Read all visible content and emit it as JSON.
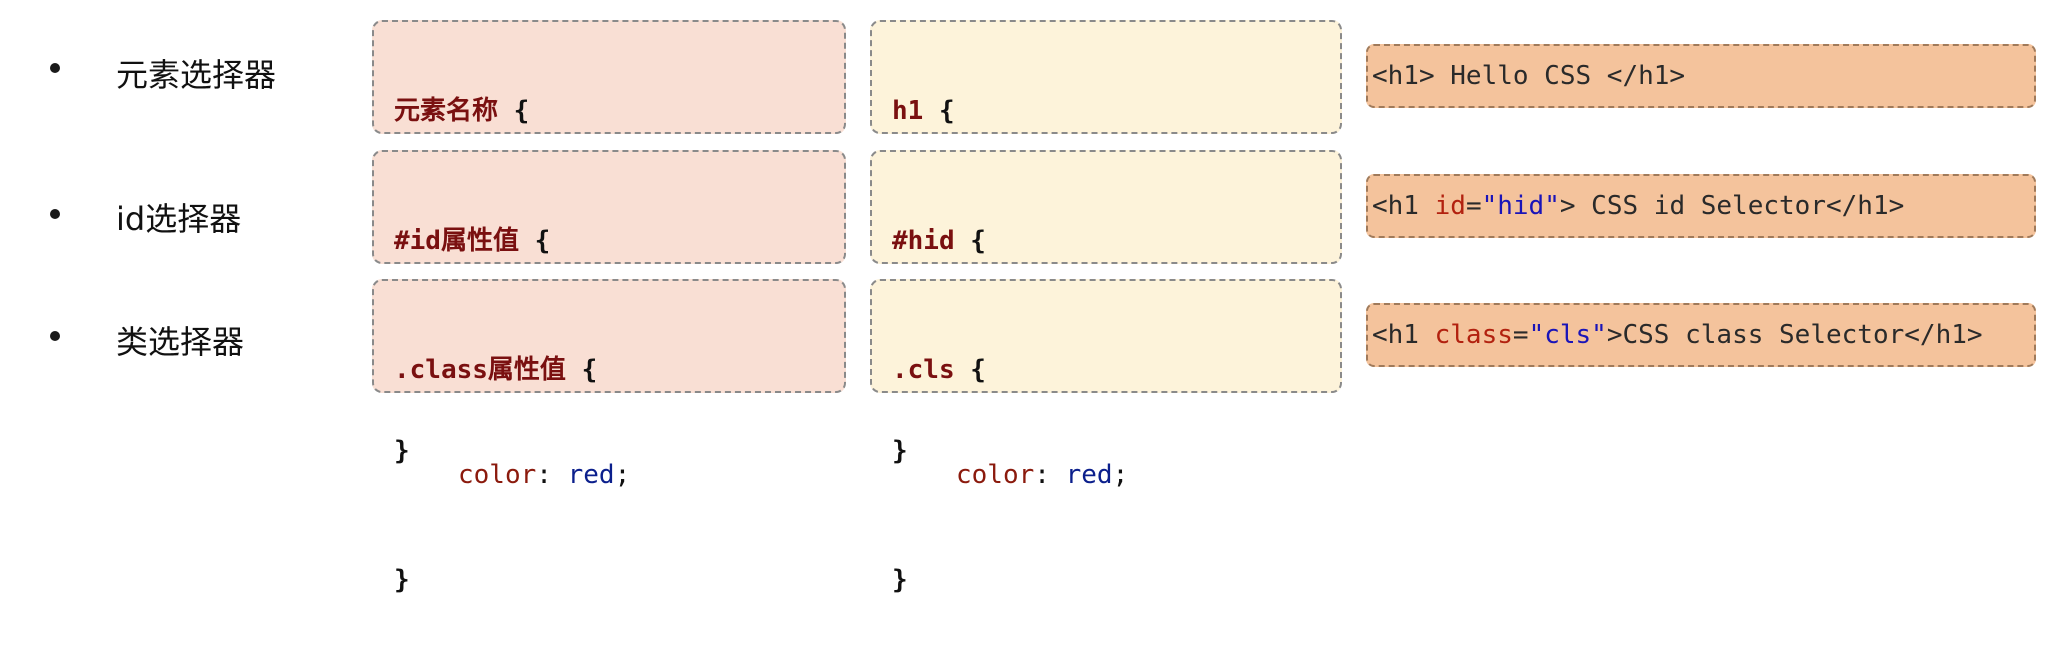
{
  "bullet_glyph": "•",
  "rows": [
    {
      "label": "元素选择器",
      "syntax_selector": "元素名称",
      "example_selector": "h1",
      "css_property": "color",
      "css_value": "red",
      "html_snippet": "<h1> Hello CSS </h1>"
    },
    {
      "label": "id选择器",
      "syntax_selector": "#id属性值",
      "example_selector": "#hid",
      "css_property": "color",
      "css_value": "red",
      "html": {
        "open": "<h1 ",
        "attr": "id",
        "eq": "=",
        "str": "\"hid\"",
        "rest": "> CSS id Selector</h1>"
      }
    },
    {
      "label": "类选择器",
      "syntax_selector": ".class属性值",
      "example_selector": ".cls",
      "css_property": "color",
      "css_value": "red",
      "html": {
        "open": "<h1 ",
        "attr": "class",
        "eq": "=",
        "str": "\"cls\"",
        "rest": ">CSS class Selector</h1>"
      }
    }
  ],
  "tokens": {
    "open_brace": "{",
    "close_brace": "}",
    "colon": ":",
    "semicolon": ";"
  },
  "colors": {
    "syntax_box_bg": "#f9dfd4",
    "example_box_bg": "#fdf3da",
    "html_box_bg": "#f4c39c",
    "property": "#8b1a0d",
    "value": "#0b1f8c",
    "attribute": "#b2210f",
    "string": "#1a14b8"
  }
}
